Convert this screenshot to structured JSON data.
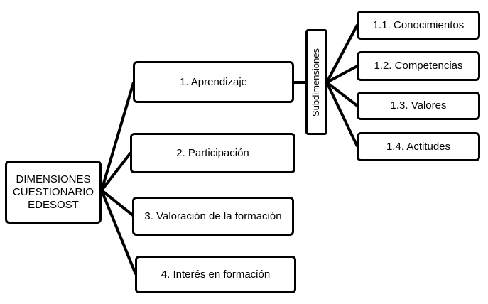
{
  "root": {
    "lines": [
      "DIMENSIONES",
      "CUESTIONARIO",
      "EDESOST"
    ]
  },
  "dimensions": [
    {
      "label": "1. Aprendizaje"
    },
    {
      "label": "2. Participación"
    },
    {
      "label": "3. Valoración de la formación"
    },
    {
      "label": "4. Interés en formación"
    }
  ],
  "subdimensions_label": "Subdimensiones",
  "subdimensions": [
    {
      "label": "1.1. Conocimientos"
    },
    {
      "label": "1.2. Competencias"
    },
    {
      "label": "1.3. Valores"
    },
    {
      "label": "1.4. Actitudes"
    }
  ],
  "colors": {
    "stroke": "#000000",
    "fill": "#ffffff",
    "text": "#000000"
  }
}
